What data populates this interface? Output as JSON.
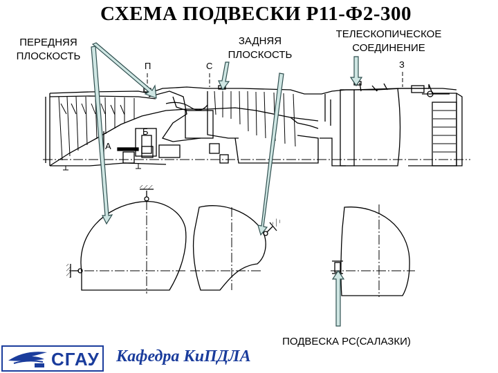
{
  "title": "СХЕМА ПОДВЕСКИ Р11-Ф2-300",
  "labels": {
    "front_plane": [
      "ПЕРЕДНЯЯ",
      "ПЛОСКОСТЬ"
    ],
    "rear_plane": [
      "ЗАДНЯЯ",
      "ПЛОСКОСТЬ"
    ],
    "telescopic": [
      "ТЕЛЕСКОПИЧЕСКОЕ",
      "СОЕДИНЕНИЕ"
    ],
    "mount": "ПОДВЕСКА РС(САЛАЗКИ)"
  },
  "section_marks": [
    "П",
    "С",
    "З"
  ],
  "section_letters": [
    "А",
    "Б"
  ],
  "footer": {
    "logo_text": "СГАУ",
    "department": "Кафедра КиПДЛА"
  },
  "colors": {
    "arrow_fill": "#cfe6e3",
    "arrow_stroke": "#2f4f4f",
    "brand_blue": "#1a3c9c",
    "drawing_line": "#000000"
  }
}
